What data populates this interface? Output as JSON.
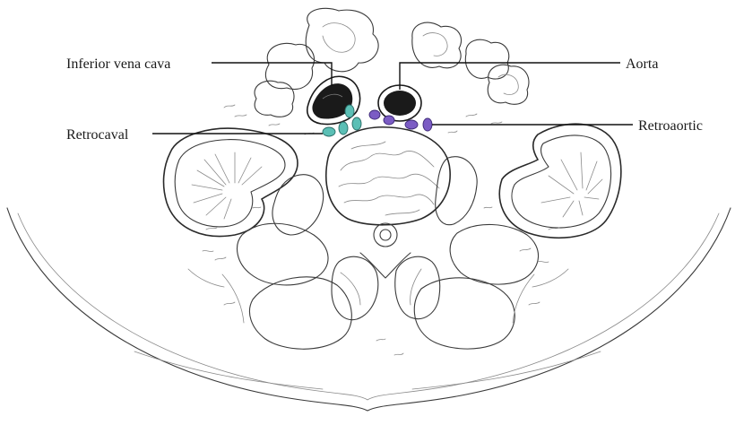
{
  "labels": {
    "ivc": "Inferior vena cava",
    "aorta": "Aorta",
    "retrocaval": "Retrocaval",
    "retroaortic": "Retroaortic"
  },
  "colors": {
    "retrocaval_nodes": "#5bbfb5",
    "retroaortic_nodes": "#7b5cc4",
    "vessel_fill": "#1a1a1a",
    "outline": "#3a3a3a"
  }
}
